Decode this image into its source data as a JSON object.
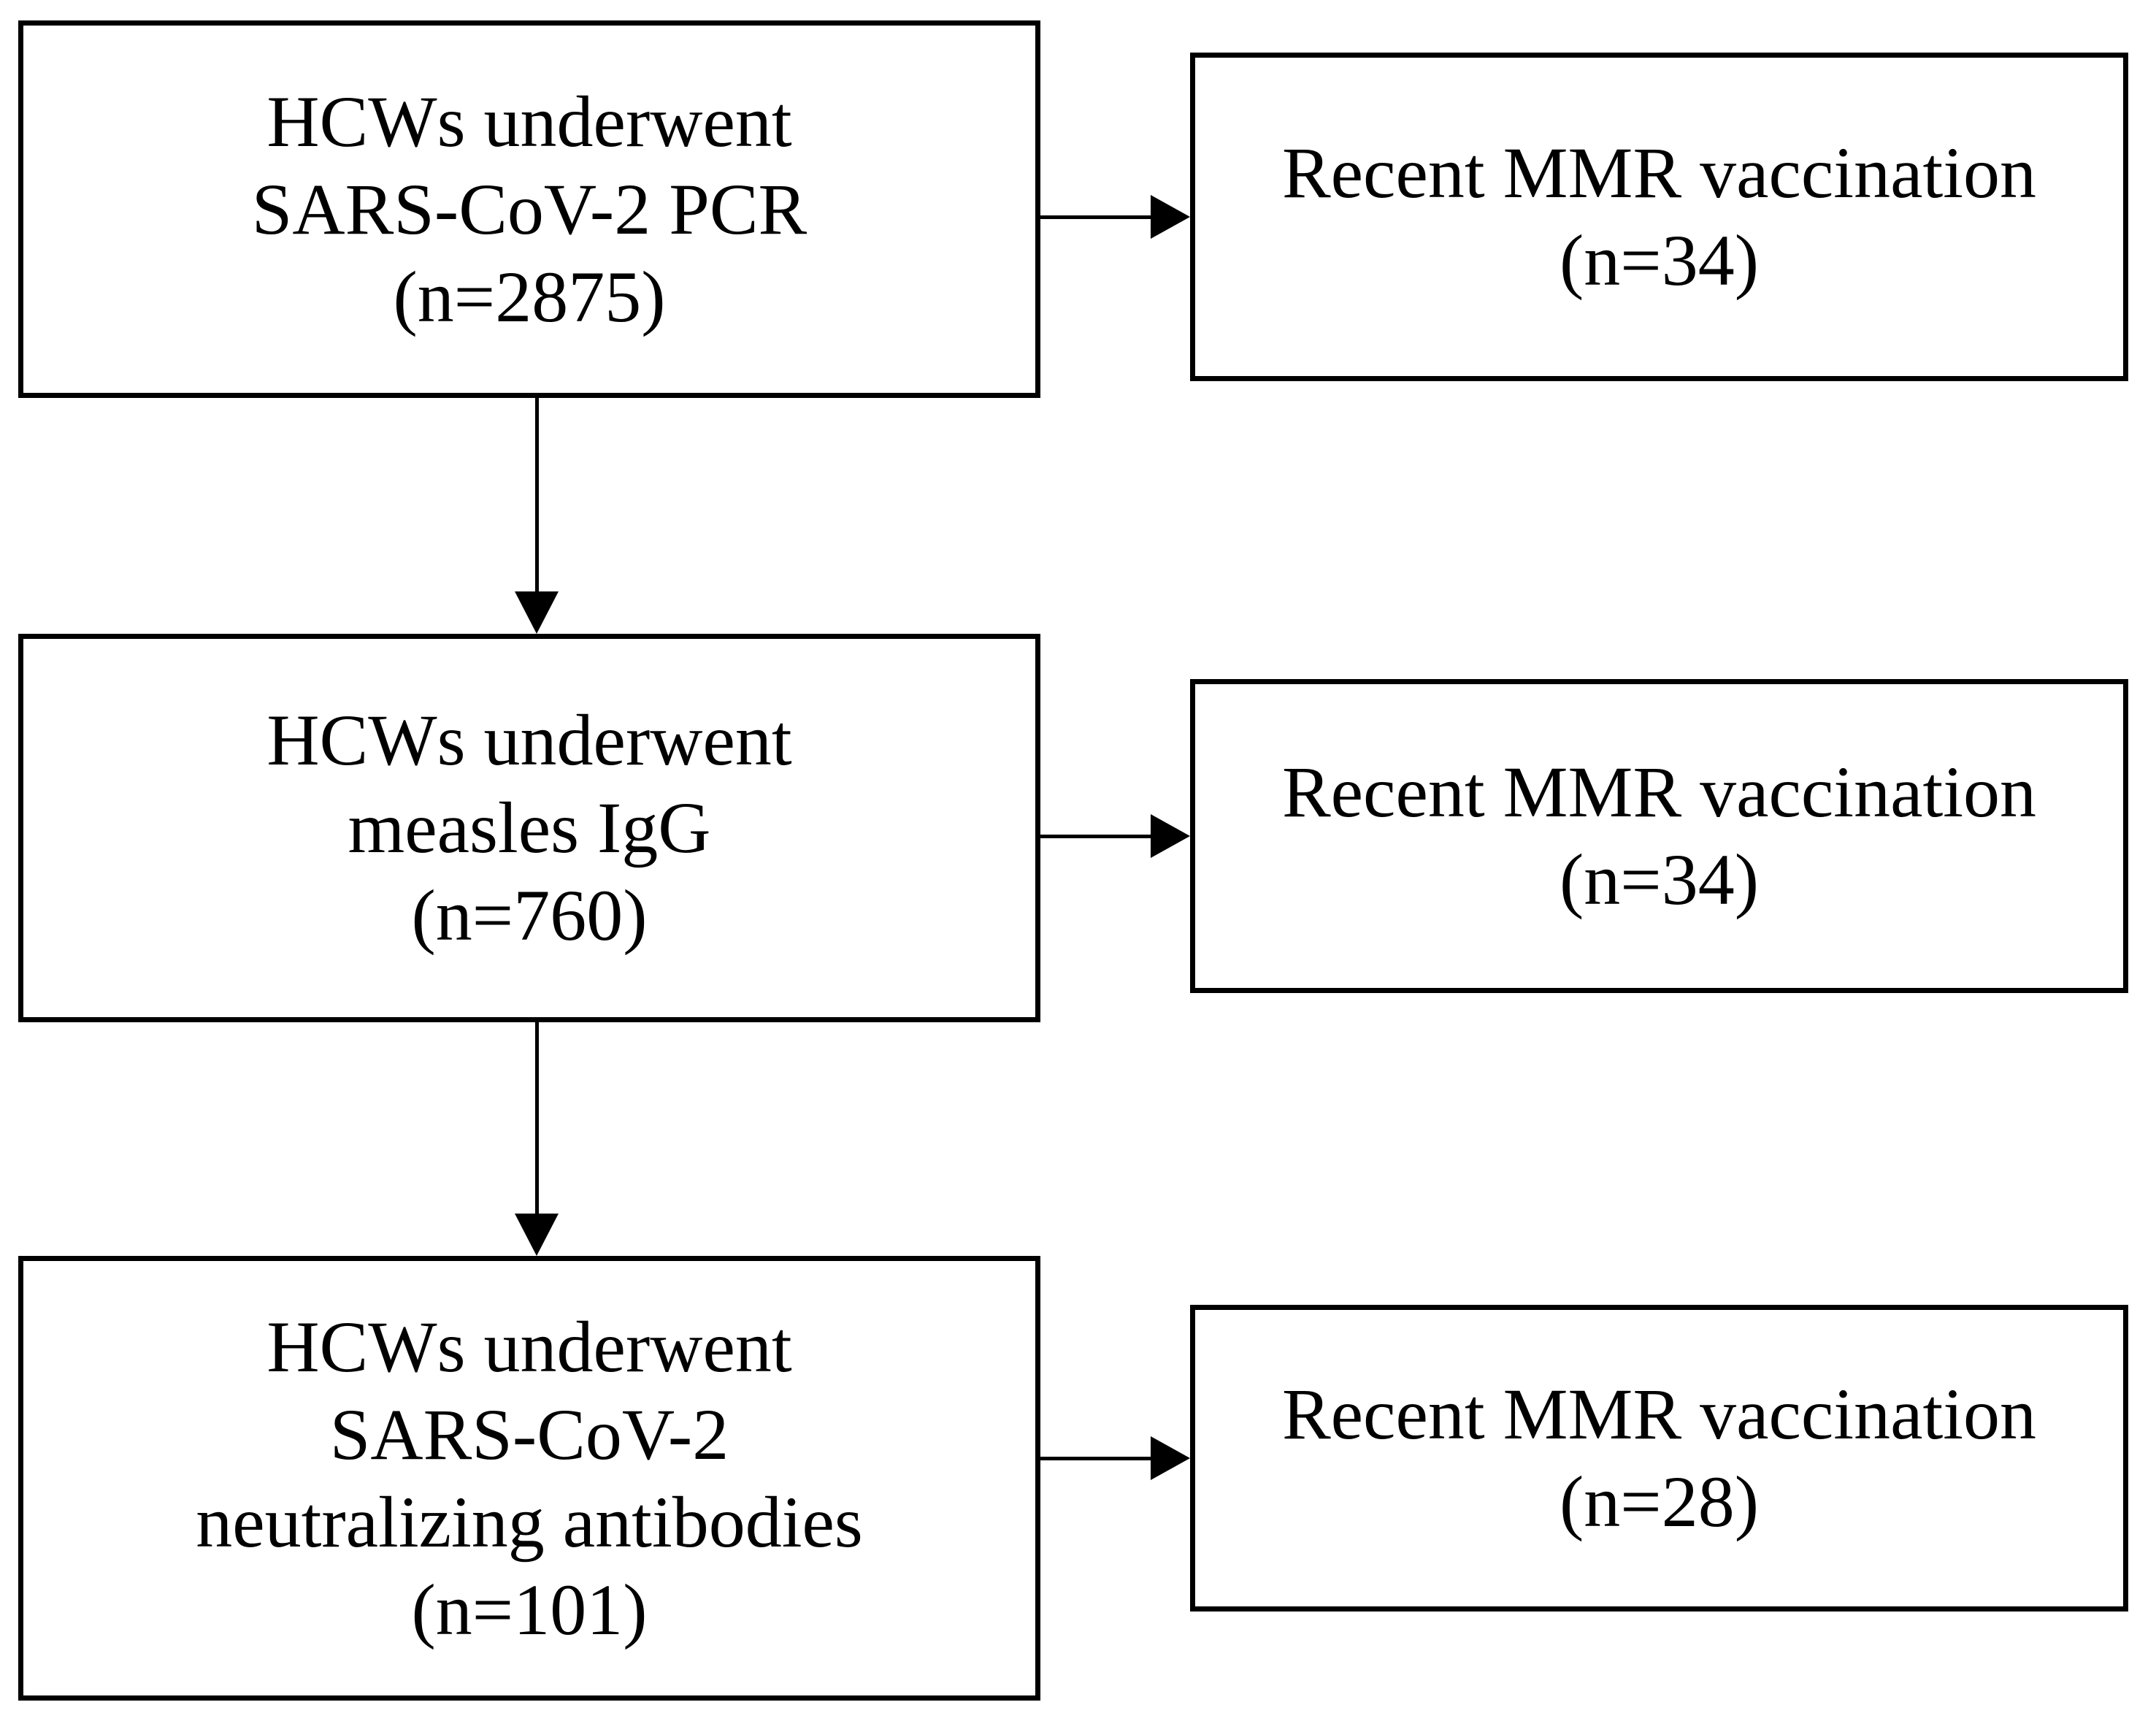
{
  "diagram": {
    "type": "flowchart",
    "colors": {
      "line": "#000000",
      "text": "#000000",
      "background": "#ffffff"
    },
    "rows": [
      {
        "left": {
          "lines": [
            "HCWs underwent",
            "SARS-CoV-2 PCR",
            "(n=2875)"
          ]
        },
        "right": {
          "lines": [
            "Recent MMR vaccination",
            "(n=34)"
          ]
        }
      },
      {
        "left": {
          "lines": [
            "HCWs underwent",
            "measles IgG",
            "(n=760)"
          ]
        },
        "right": {
          "lines": [
            "Recent MMR vaccination",
            "(n=34)"
          ]
        }
      },
      {
        "left": {
          "lines": [
            "HCWs underwent",
            "SARS-CoV-2",
            "neutralizing antibodies",
            "(n=101)"
          ]
        },
        "right": {
          "lines": [
            "Recent MMR vaccination",
            "(n=28)"
          ]
        }
      }
    ]
  }
}
